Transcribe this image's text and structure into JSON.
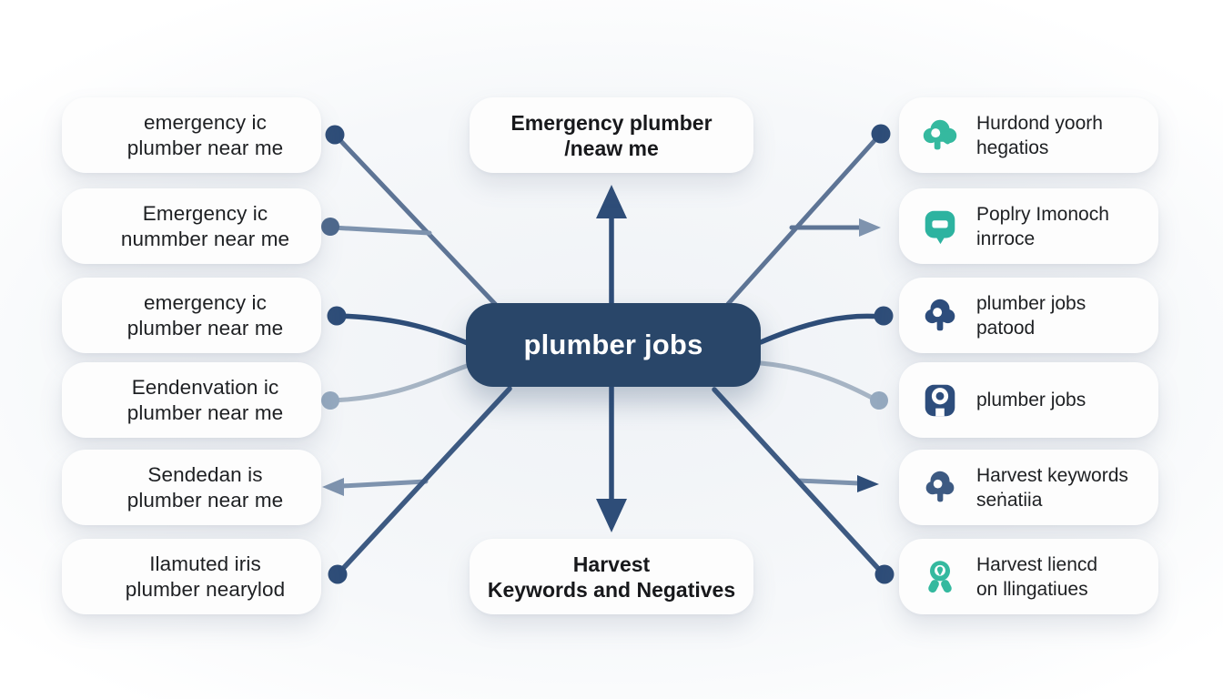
{
  "diagram": {
    "center_node": {
      "label": "plumber jobs"
    },
    "top_node": {
      "line1": "Emergency plumber",
      "line2": "/neaw me"
    },
    "bottom_node": {
      "line1": "Harvest",
      "line2": "Keywords and Negatives"
    },
    "left_keywords": [
      {
        "line1": "emergency ic",
        "line2": "plumber near me"
      },
      {
        "line1": "Emergency ic",
        "line2": "nummber near me"
      },
      {
        "line1": "emergency ic",
        "line2": "plumber near me"
      },
      {
        "line1": "Eendenvation ic",
        "line2": "plumber near me"
      },
      {
        "line1": "Sendedan is",
        "line2": "plumber near me"
      },
      {
        "line1": "Ilamuted iris",
        "line2": "plumber nearylod"
      }
    ],
    "right_items": [
      {
        "icon": "tree-cloud-icon",
        "icon_color": "#35b99f",
        "line1": "Hurdond yoorh",
        "line2": "hegatios"
      },
      {
        "icon": "chat-bubble-icon",
        "icon_color": "#2db3a0",
        "line1": "Poplry Imonoch",
        "line2": "inrroce"
      },
      {
        "icon": "tree-icon",
        "icon_color": "#2d4d7c",
        "line1": "plumber jobs",
        "line2": "patood"
      },
      {
        "icon": "webcam-icon",
        "icon_color": "#2d4d7c",
        "line1": "plumber jobs",
        "line2": ""
      },
      {
        "icon": "tree-icon",
        "icon_color": "#3d5a82",
        "line1": "Harvest keywords",
        "line2": "seṅatiia"
      },
      {
        "icon": "award-pin-icon",
        "icon_color": "#35b99f",
        "line1": "Harvest liencd",
        "line2": "on llingatiues"
      }
    ],
    "colors": {
      "center_node_bg": "#294669",
      "center_node_text": "#ffffff",
      "node_bg": "#fdfdfd",
      "text": "#1e2023",
      "connector_dark": "#2e4d78",
      "connector_slate": "#5d7495",
      "connector_light": "#a6b4c4",
      "icon_teal": "#35b99f",
      "icon_navy": "#2d4d7c"
    }
  }
}
